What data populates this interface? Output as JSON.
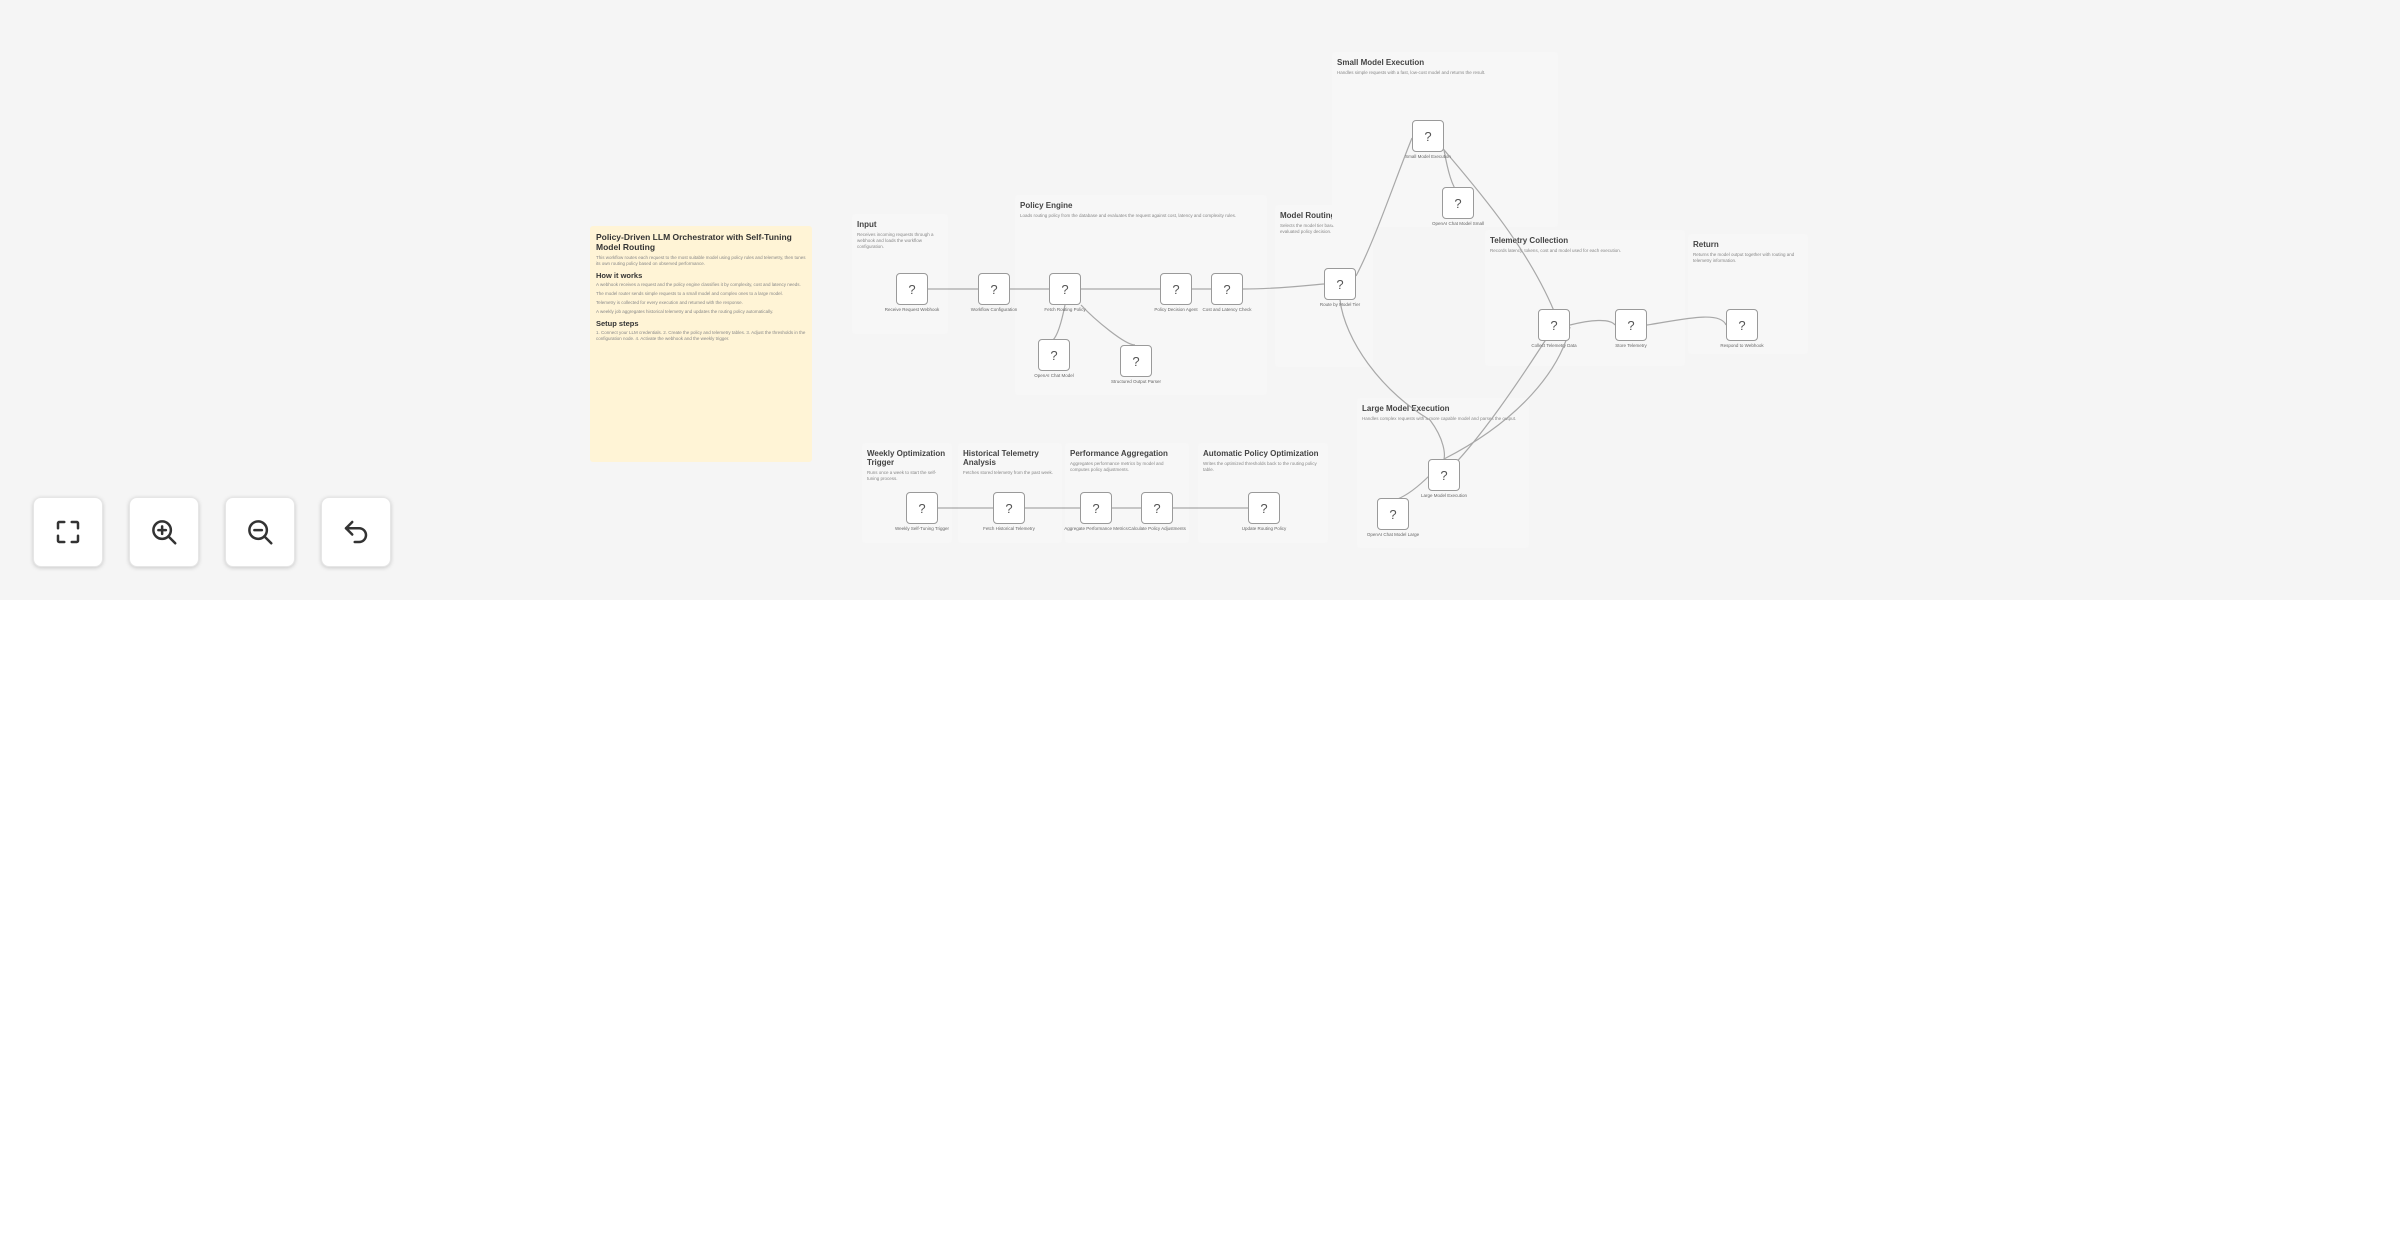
{
  "main_note": {
    "title": "Policy-Driven LLM Orchestrator with Self-Tuning Model Routing",
    "intro": "This workflow routes each request to the most suitable model using policy rules and telemetry, then tunes its own routing policy based on observed performance.",
    "how_heading": "How it works",
    "how_p1": "A webhook receives a request and the policy engine classifies it by complexity, cost and latency needs.",
    "how_p2": "The model router sends simple requests to a small model and complex ones to a large model.",
    "how_p3": "Telemetry is collected for every execution and returned with the response.",
    "how_p4": "A weekly job aggregates historical telemetry and updates the routing policy automatically.",
    "setup_heading": "Setup steps",
    "setup_steps": "1. Connect your LLM credentials. 2. Create the policy and telemetry tables. 3. Adjust the thresholds in the configuration node. 4. Activate the webhook and the weekly trigger."
  },
  "sections": {
    "input": {
      "title": "Input",
      "desc": "Receives incoming requests through a webhook and loads the workflow configuration."
    },
    "policy": {
      "title": "Policy Engine",
      "desc": "Loads routing policy from the database and evaluates the request against cost, latency and complexity rules."
    },
    "routing": {
      "title": "Model Routing",
      "desc": "Selects the model tier based on the evaluated policy decision."
    },
    "small": {
      "title": "Small Model Execution",
      "desc": "Handles simple requests with a fast, low-cost model and returns the result."
    },
    "telemetry": {
      "title": "Telemetry Collection",
      "desc": "Records latency, tokens, cost and model used for each execution."
    },
    "return": {
      "title": "Return",
      "desc": "Returns the model output together with routing and telemetry information."
    },
    "large": {
      "title": "Large Model Execution",
      "desc": "Handles complex requests with a more capable model and parses the output."
    },
    "weekly": {
      "title": "Weekly Optimization Trigger",
      "desc": "Runs once a week to start the self-tuning process."
    },
    "history": {
      "title": "Historical Telemetry Analysis",
      "desc": "Fetches stored telemetry from the past week."
    },
    "perf": {
      "title": "Performance Aggregation",
      "desc": "Aggregates performance metrics by model and computes policy adjustments."
    },
    "auto": {
      "title": "Automatic Policy Optimization",
      "desc": "Writes the optimized thresholds back to the routing policy table."
    }
  },
  "nodes": {
    "webhook": "Receive Request Webhook",
    "config": "Workflow Configuration",
    "fetch_policy": "Fetch Routing Policy",
    "policy_agent": "Policy Decision Agent",
    "policy_model": "OpenAI Chat Model",
    "policy_parser": "Structured Output Parser",
    "cost_check": "Cost and Latency Check",
    "route": "Route by Model Tier",
    "small_model": "Small Model Execution",
    "small_chat": "OpenAI Chat Model Small",
    "collect": "Collect Telemetry Data",
    "store": "Store Telemetry",
    "respond": "Respond to Webhook",
    "large_model": "Large Model Execution",
    "large_chat": "OpenAI Chat Model Large",
    "weekly": "Weekly Self-Tuning Trigger",
    "fetch_tel": "Fetch Historical Telemetry",
    "aggregate": "Aggregate Performance Metrics",
    "calc": "Calculate Policy Adjustments",
    "update": "Update Routing Policy"
  },
  "node_icon": "?",
  "controls": {
    "fit": "fit-view-icon",
    "zoom_in": "zoom-in-icon",
    "zoom_out": "zoom-out-icon",
    "undo": "undo-icon"
  }
}
